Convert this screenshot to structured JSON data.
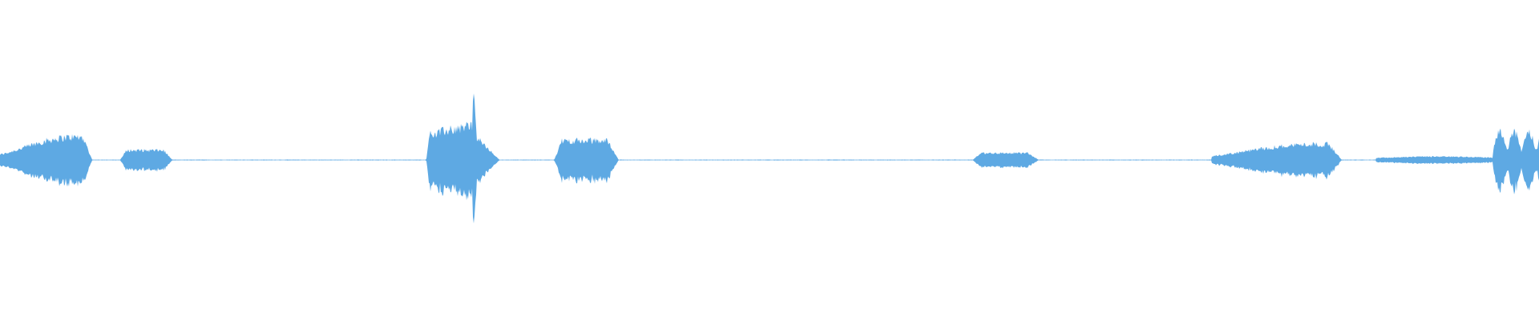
{
  "waveform": {
    "color": "#5ea9e3",
    "segments": [
      {
        "start": 0.0,
        "end": 0.06,
        "shape": "rise",
        "peak": 0.16
      },
      {
        "start": 0.078,
        "end": 0.112,
        "shape": "plateau",
        "peak": 0.07
      },
      {
        "start": 0.277,
        "end": 0.327,
        "shape": "spike",
        "peak": 0.5
      },
      {
        "start": 0.36,
        "end": 0.402,
        "shape": "plateau",
        "peak": 0.14
      },
      {
        "start": 0.632,
        "end": 0.675,
        "shape": "plateau",
        "peak": 0.05
      },
      {
        "start": 0.787,
        "end": 0.872,
        "shape": "rise",
        "peak": 0.11
      },
      {
        "start": 0.894,
        "end": 0.975,
        "shape": "flat",
        "peak": 0.025
      },
      {
        "start": 0.97,
        "end": 1.0,
        "shape": "burst",
        "peak": 0.2
      }
    ],
    "noise_floor": 0.003
  }
}
